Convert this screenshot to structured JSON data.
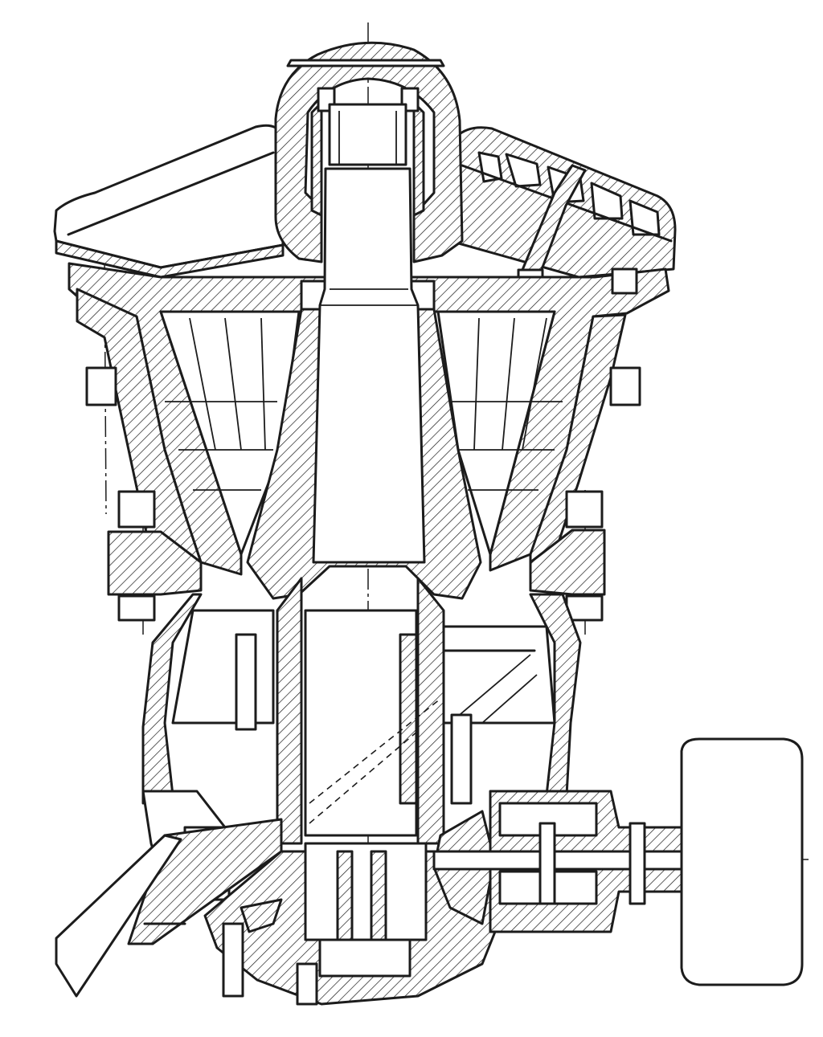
{
  "figure": {
    "kind": "technical-drawing",
    "subject": "cone-crusher-cross-section",
    "style": "black line art with hatched sectioned parts on white",
    "colors": {
      "ink": "#1c1c1c",
      "background": "#ffffff"
    },
    "parts": [
      "top-cap",
      "upper-shaft-bearing",
      "feed-hopper-left",
      "feed-hopper-right",
      "right-spider-arm",
      "outer-concave-shell",
      "crushing-chamber",
      "main-shaft",
      "crushing-cone",
      "flange-joint-left",
      "flange-joint-right",
      "eccentric-bushing",
      "lower-frame",
      "bevel-gear-drive",
      "countershaft",
      "drive-pulley",
      "discharge-chute",
      "bottom-housing"
    ]
  }
}
